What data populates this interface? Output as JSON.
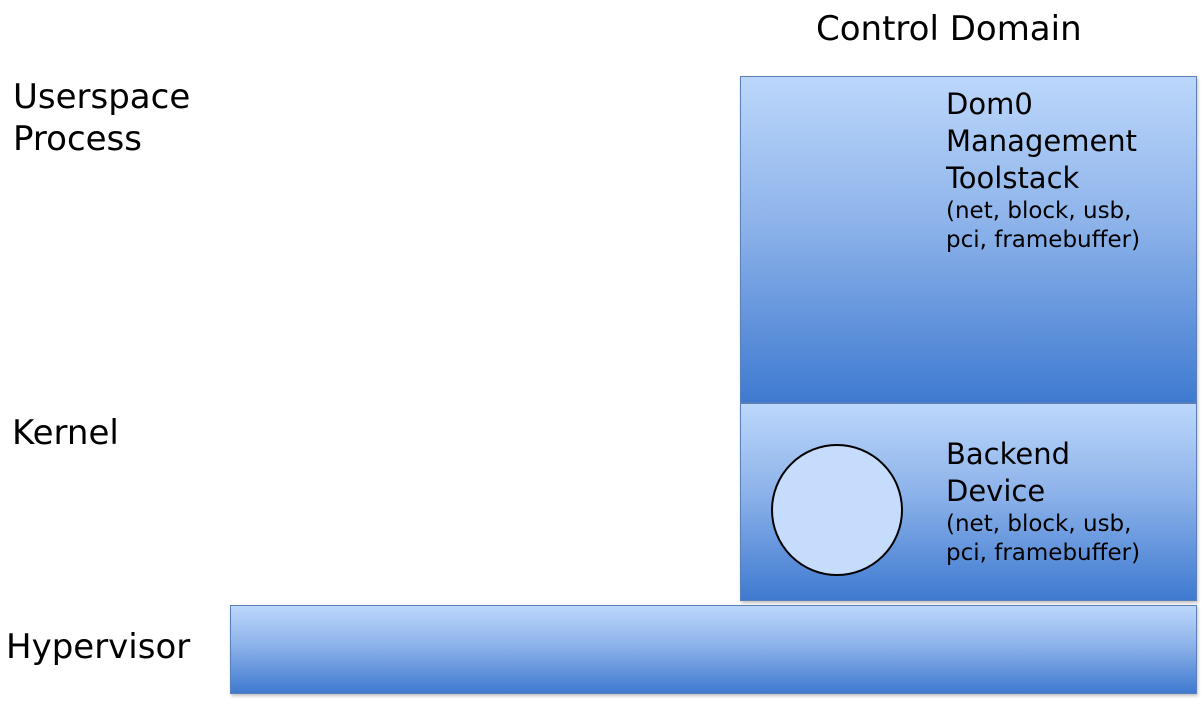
{
  "layers": {
    "userspace": [
      "Userspace",
      "Process"
    ],
    "kernel": "Kernel",
    "hypervisor": "Hypervisor"
  },
  "control_domain": {
    "title": "Control Domain",
    "dom0": {
      "title_lines": [
        "Dom0",
        "Management",
        "Toolstack"
      ],
      "sub_lines": [
        "(net, block, usb,",
        "pci, framebuffer)"
      ]
    },
    "backend": {
      "title_lines": [
        "Backend",
        "Device"
      ],
      "sub_lines": [
        "(net, block, usb,",
        "pci, framebuffer)"
      ]
    }
  },
  "colors": {
    "box_top": "#bcd7fb",
    "box_bottom": "#3f7ad0",
    "circle_fill": "#c5dcfc"
  }
}
